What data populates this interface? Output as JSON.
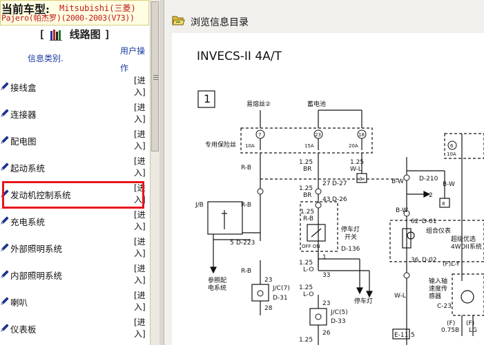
{
  "vehicle": {
    "label": "当前车型:",
    "make": "Mitsubishi(三菱)",
    "model": "Pajero(帕杰罗)(2000-2003(V73))"
  },
  "section": {
    "title": "线路图",
    "bracket_open": "[",
    "bracket_close": "]"
  },
  "columns": {
    "category": "信息类别.",
    "action": "用户操作"
  },
  "rows": [
    {
      "name": "接线盒",
      "action": "[进入]"
    },
    {
      "name": "连接器",
      "action": "[进入]"
    },
    {
      "name": "配电图",
      "action": "[进入]"
    },
    {
      "name": "起动系统",
      "action": "[进入]"
    },
    {
      "name": "发动机控制系统",
      "action": "[进入]"
    },
    {
      "name": "充电系统",
      "action": "[进入]"
    },
    {
      "name": "外部照明系统",
      "action": "[进入]"
    },
    {
      "name": "内部照明系统",
      "action": "[进入]"
    },
    {
      "name": "喇叭",
      "action": "[进入]"
    },
    {
      "name": "仪表板",
      "action": "[进入]"
    }
  ],
  "highlighted_row": 4,
  "browse": {
    "title": "浏览信息目录"
  },
  "diagram": {
    "title": "INVECS-II 4A/T",
    "labels": {
      "box1": "1",
      "fuse2": "易熔丝②",
      "battery": "蓄电池",
      "fuse_box": "专用保险丝",
      "f7": "7",
      "f23": "23",
      "f18": "18",
      "f6": "6",
      "a10": "10A",
      "a15": "15A",
      "a20": "20A",
      "a10b": "10A",
      "rb1": "R-B",
      "rb2": "R-B",
      "rb3": "R-B",
      "w125br": "1.25",
      "br1": "BR",
      "w125wl": "1.25",
      "wl": "W-L",
      "n27": "27",
      "d27": "D-27",
      "n3": "3",
      "w125br2": "1.25",
      "br2": "BR",
      "n43": "43",
      "d26": "D-26",
      "jb": "J/B",
      "w125rb": "1.25",
      "rb4": "R-B",
      "parking_sw": "停车灯",
      "parking_sw2": "开关",
      "d136": "D-136",
      "n5": "5",
      "d223": "D-223",
      "offon": "OFF  ON",
      "ref": "参照配",
      "ref2": "电系统",
      "n23a": "23",
      "jc7": "J/C(7)",
      "d31": "D-31",
      "n28": "28",
      "n1": "1",
      "w125lo": "1.25",
      "lo": "L-O",
      "n33": "33",
      "w125lo2": "1.25",
      "lo2": "L-O",
      "parking_lamp": "停车灯",
      "n23b": "23",
      "jc5": "J/C(5)",
      "d33": "D-33",
      "n26": "26",
      "w125": "1.25",
      "bw1": "B-W",
      "bw2": "B-W",
      "bw3": "B-W",
      "d210": "D-210",
      "n2": "2",
      "n8": "8",
      "n62": "62",
      "d01": "D-01",
      "combo": "组合仪表",
      "n36": "36",
      "d02": "D-02",
      "fly": "(F)L-Y",
      "overdrive": "超级优选",
      "overdrive2": "4WDII系统",
      "input_shaft": "输入轴",
      "speed_sensor": "速度传",
      "speed_sensor2": "感器",
      "c23": "C-23",
      "wl2": "W-L",
      "e11": "E-11",
      "n5b": "5",
      "f075b": "(F)",
      "f075b2": "0.75B",
      "flg": "(F)",
      "flg2": "LG"
    }
  }
}
